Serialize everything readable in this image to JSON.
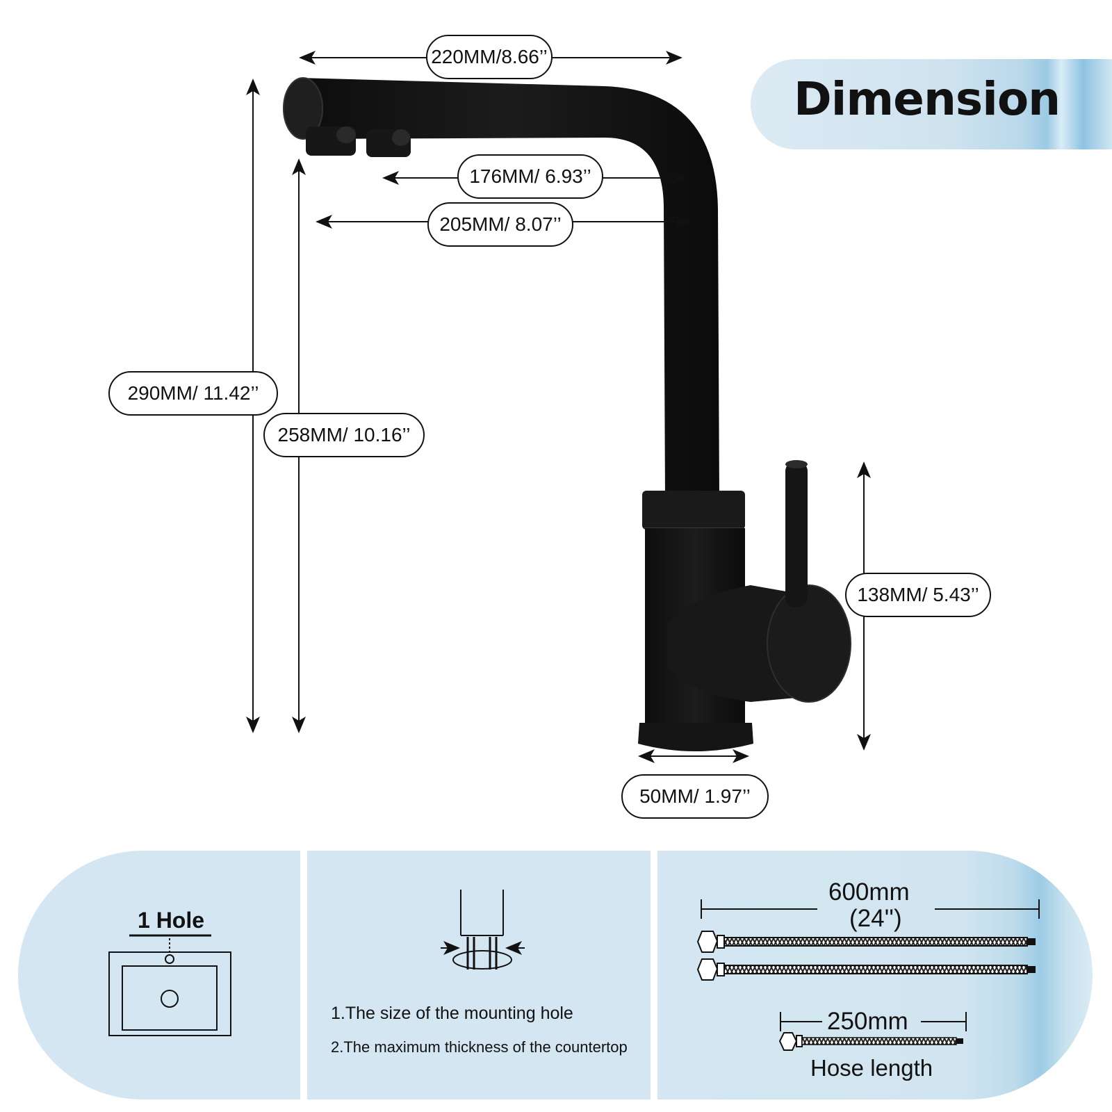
{
  "title": "Dimension",
  "dimensions": {
    "spout_length": "220MM/8.66’’",
    "aerator_to_center": "176MM/ 6.93’’",
    "spout_reach": "205MM/ 8.07’’",
    "total_height": "290MM/ 11.42’’",
    "spout_height": "258MM/ 10.16’’",
    "handle_height": "138MM/ 5.43’’",
    "base_diameter": "50MM/ 1.97’’"
  },
  "panels": {
    "hole": {
      "label": "1 Hole"
    },
    "mounting": {
      "note_1": "1.The size of the mounting hole",
      "note_2": "2.The maximum thickness of the countertop"
    },
    "hoses": {
      "long_length": "600mm",
      "long_length_in": "(24'')",
      "short_length": "250mm",
      "caption": "Hose length"
    }
  },
  "colors": {
    "faucet": "#141414",
    "panel_bg": "#d3e6f1",
    "banner_bg": "#cfe3ef"
  }
}
